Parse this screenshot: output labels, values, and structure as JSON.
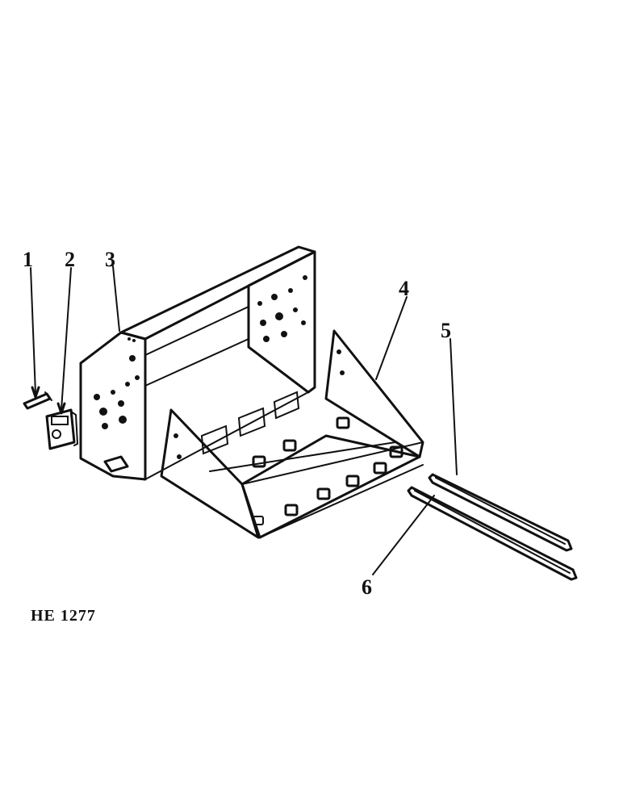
{
  "callouts": [
    {
      "id": "1",
      "label": "1"
    },
    {
      "id": "2",
      "label": "2"
    },
    {
      "id": "3",
      "label": "3"
    },
    {
      "id": "4",
      "label": "4"
    },
    {
      "id": "5",
      "label": "5"
    },
    {
      "id": "6",
      "label": "6"
    }
  ],
  "reference_code": "HE 1277"
}
